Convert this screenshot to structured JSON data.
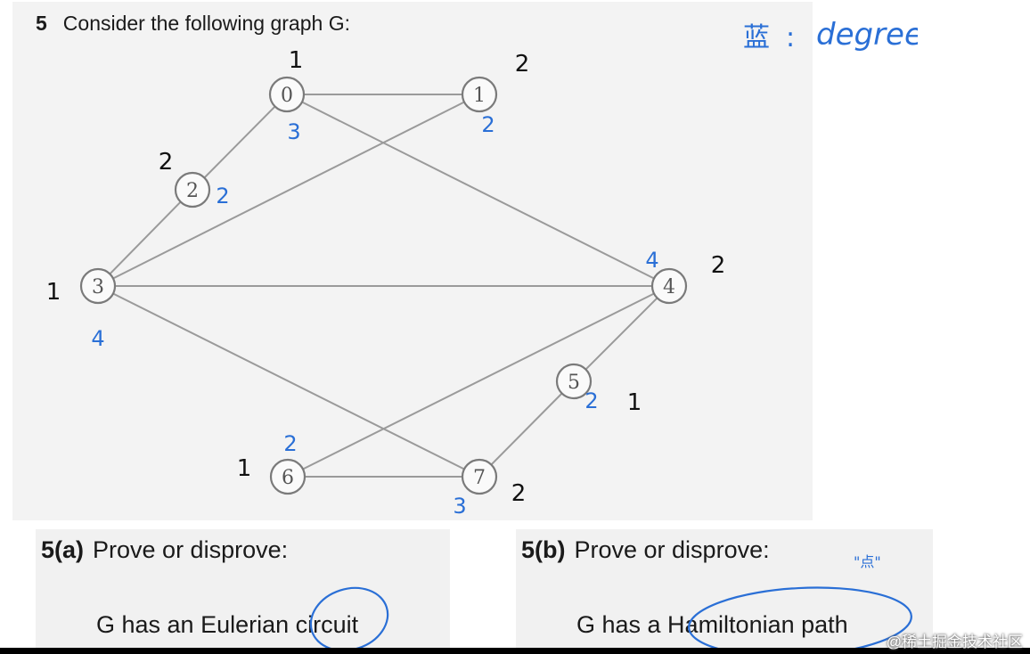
{
  "question": {
    "number": "5",
    "text": "Consider the following graph G:"
  },
  "graph": {
    "nodes": [
      "0",
      "1",
      "2",
      "3",
      "4",
      "5",
      "6",
      "7"
    ],
    "edges": [
      [
        "0",
        "1"
      ],
      [
        "0",
        "2"
      ],
      [
        "0",
        "4"
      ],
      [
        "1",
        "3"
      ],
      [
        "2",
        "3"
      ],
      [
        "3",
        "4"
      ],
      [
        "3",
        "7"
      ],
      [
        "4",
        "5"
      ],
      [
        "4",
        "6"
      ],
      [
        "5",
        "7"
      ],
      [
        "6",
        "7"
      ]
    ]
  },
  "annotations": {
    "black_marks": {
      "n0": "1",
      "n1": "2",
      "n2": "2",
      "n3": "1",
      "n4": "2",
      "n5": "1",
      "n6": "1",
      "n7": "2"
    },
    "blue_degrees": {
      "n0": "3",
      "n1": "2",
      "n2": "2",
      "n3": "4",
      "n4": "4",
      "n5": "2",
      "n6": "2",
      "n7": "3"
    },
    "legend_symbol": "蓝",
    "legend_colon": ":",
    "legend_text": "degree",
    "small_note": "\"点\""
  },
  "part_a": {
    "label": "5(a)",
    "prompt": "Prove or disprove:",
    "statement": "G has an Eulerian circuit"
  },
  "part_b": {
    "label": "5(b)",
    "prompt": "Prove or disprove:",
    "statement": "G has a Hamiltonian path"
  },
  "watermark": "@稀土掘金技术社区",
  "colors": {
    "ink_blue": "#2a6fd6",
    "ink_black": "#111111",
    "panel_bg": "#f3f3f3"
  }
}
